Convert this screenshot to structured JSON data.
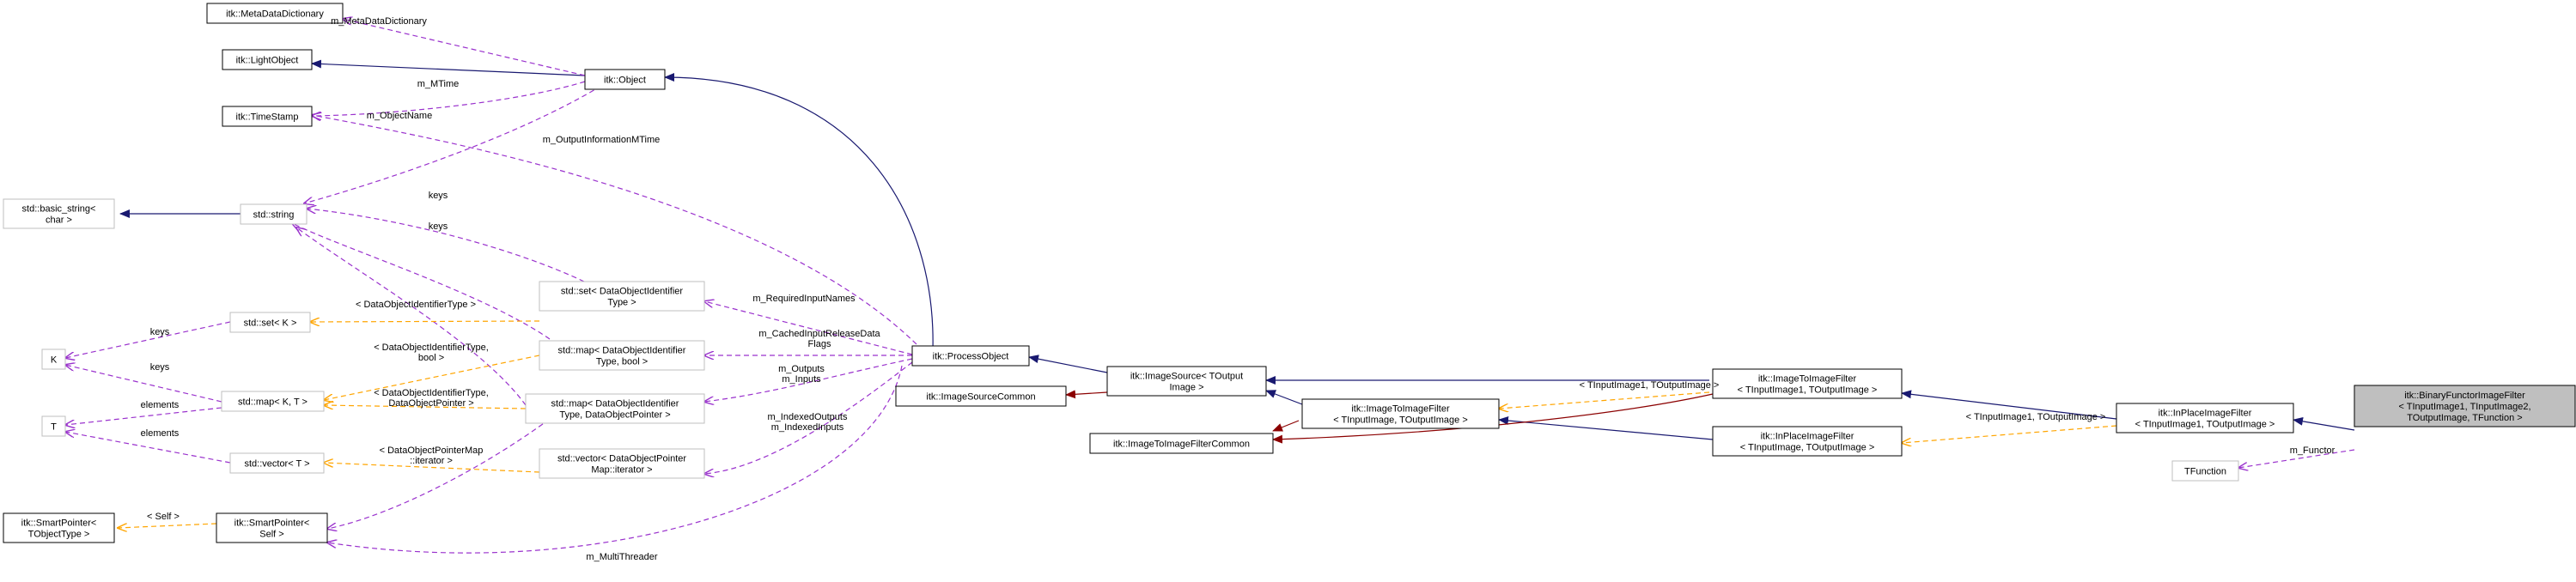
{
  "colors": {
    "inherit": "#191970",
    "inherit_protected": "#8b0000",
    "member": "#9a32cd",
    "template": "#ffa500",
    "node_border_documented": "#000000",
    "node_border_undocumented": "#bfbfbf",
    "focus_fill": "#bfbfbf"
  },
  "nodes": {
    "metadatadictionary": {
      "lines": [
        "itk::MetaDataDictionary"
      ]
    },
    "lightobject": {
      "lines": [
        "itk::LightObject"
      ]
    },
    "timestamp": {
      "lines": [
        "itk::TimeStamp"
      ]
    },
    "basic_string": {
      "lines": [
        "std::basic_string<",
        "char >"
      ]
    },
    "string": {
      "lines": [
        "std::string"
      ]
    },
    "object": {
      "lines": [
        "itk::Object"
      ]
    },
    "set_k": {
      "lines": [
        "std::set< K >"
      ]
    },
    "k": {
      "lines": [
        "K"
      ]
    },
    "map_kt": {
      "lines": [
        "std::map< K, T >"
      ]
    },
    "t": {
      "lines": [
        "T"
      ]
    },
    "vector_t": {
      "lines": [
        "std::vector< T >"
      ]
    },
    "smartptr_t": {
      "lines": [
        "itk::SmartPointer<",
        "TObjectType >"
      ]
    },
    "smartptr_self": {
      "lines": [
        "itk::SmartPointer<",
        "Self >"
      ]
    },
    "set_doid": {
      "lines": [
        "std::set< DataObjectIdentifier",
        "Type >"
      ]
    },
    "map_doid_bool": {
      "lines": [
        "std::map< DataObjectIdentifier",
        "Type, bool >"
      ]
    },
    "map_doid_ptr": {
      "lines": [
        "std::map< DataObjectIdentifier",
        "Type, DataObjectPointer >"
      ]
    },
    "vector_doptr": {
      "lines": [
        "std::vector< DataObjectPointer",
        "Map::iterator >"
      ]
    },
    "processobject": {
      "lines": [
        "itk::ProcessObject"
      ]
    },
    "imagesourcecommon": {
      "lines": [
        "itk::ImageSourceCommon"
      ]
    },
    "imagesource": {
      "lines": [
        "itk::ImageSource< TOutput",
        "Image >"
      ]
    },
    "i2ifiltercommon": {
      "lines": [
        "itk::ImageToImageFilterCommon"
      ]
    },
    "i2ifilter_ti": {
      "lines": [
        "itk::ImageToImageFilter",
        "< TInputImage, TOutputImage >"
      ]
    },
    "i2ifilter_ti1": {
      "lines": [
        "itk::ImageToImageFilter",
        "< TInputImage1, TOutputImage >"
      ]
    },
    "inplace_ti": {
      "lines": [
        "itk::InPlaceImageFilter",
        "< TInputImage, TOutputImage >"
      ]
    },
    "inplace_ti1": {
      "lines": [
        "itk::InPlaceImageFilter",
        "< TInputImage1, TOutputImage >"
      ]
    },
    "tfunction": {
      "lines": [
        "TFunction"
      ]
    },
    "binaryfunctor": {
      "lines": [
        "itk::BinaryFunctorImageFilter",
        "< TInputImage1, TInputImage2,",
        "TOutputImage, TFunction >"
      ]
    }
  },
  "edge_labels": {
    "metadata": [
      "m_MetaDataDictionary"
    ],
    "mtime": [
      "m_MTime"
    ],
    "objectname": [
      "m_ObjectName"
    ],
    "outputinfo": [
      "m_OutputInformationMTime"
    ],
    "keys_set": [
      "keys"
    ],
    "keys_map": [
      "keys"
    ],
    "keys_setk": [
      "keys"
    ],
    "keys_mapkt": [
      "keys"
    ],
    "elements_map": [
      "elements"
    ],
    "elements_vec": [
      "elements"
    ],
    "tpl_setk": [
      "< DataObjectIdentifierType >"
    ],
    "tpl_map_bool": [
      "< DataObjectIdentifierType,",
      "bool >"
    ],
    "tpl_map_ptr": [
      "< DataObjectIdentifierType,",
      "DataObjectPointer >"
    ],
    "tpl_vec": [
      "< DataObjectPointerMap",
      "::iterator >"
    ],
    "tpl_self": [
      "< Self >"
    ],
    "reqinput": [
      "m_RequiredInputNames"
    ],
    "cached": [
      "m_CachedInputReleaseData",
      "Flags"
    ],
    "outputs": [
      "m_Outputs",
      "m_Inputs"
    ],
    "indexed": [
      "m_IndexedOutputs",
      "m_IndexedInputs"
    ],
    "multithreader": [
      "m_MultiThreader"
    ],
    "tpl_i2i": [
      "< TInputImage1, TOutputImage >"
    ],
    "tpl_inplace": [
      "< TInputImage1, TOutputImage >"
    ],
    "functor": [
      "m_Functor"
    ]
  }
}
